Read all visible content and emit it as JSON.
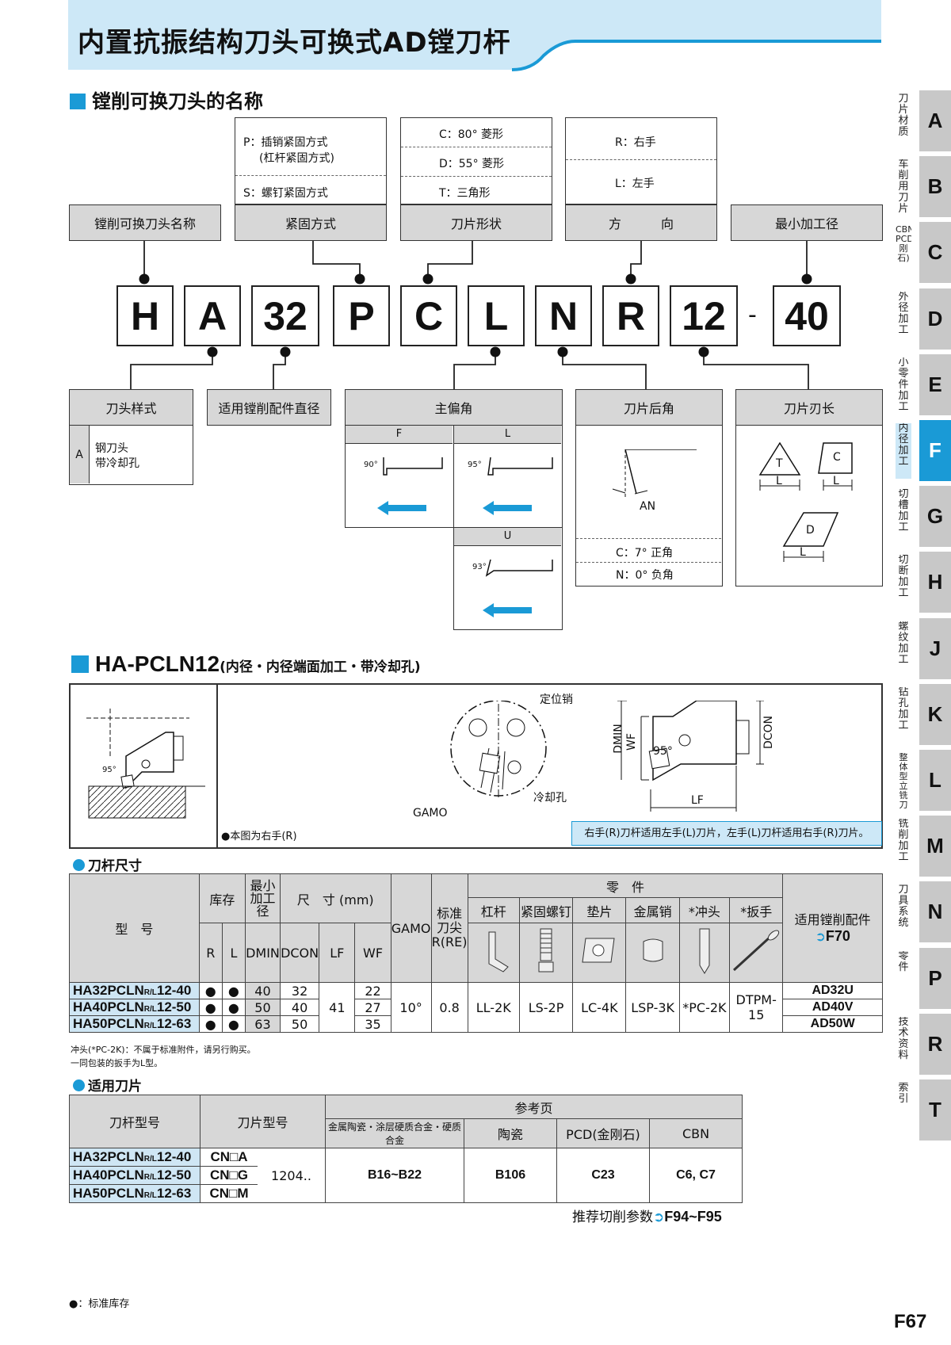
{
  "header": {
    "title": "内置抗振结构刀头可换式AD镗刀杆",
    "accent": "#1a9ad6"
  },
  "section1": {
    "title": "镗削可换刀头的名称"
  },
  "code_boxes": [
    "H",
    "A",
    "32",
    "P",
    "C",
    "L",
    "N",
    "R",
    "12",
    "-",
    "40"
  ],
  "top_labels": {
    "name": "镗削可换刀头名称",
    "clamp": "紧固方式",
    "shape": "刀片形状",
    "direction_a": "方",
    "direction_b": "向",
    "min_dia": "最小加工径"
  },
  "clamp_opts": {
    "p": "P：插销紧固方式",
    "p2": "(杠杆紧固方式)",
    "s": "S：螺钉紧固方式"
  },
  "shape_opts": {
    "c": "C：80° 菱形",
    "d": "D：55° 菱形",
    "t": "T：三角形"
  },
  "dir_opts": {
    "r": "R：右手",
    "l": "L：左手"
  },
  "bottom_labels": {
    "head_style": "刀头样式",
    "dia": "适用镗削配件直径",
    "main_angle": "主偏角",
    "rake": "刀片后角",
    "edge_len": "刀片刃长"
  },
  "head_style": {
    "code": "A",
    "line1": "钢刀头",
    "line2": "带冷却孔"
  },
  "angles": {
    "f": "F",
    "l": "L",
    "u": "U",
    "f_deg": "90°",
    "l_deg": "95°",
    "u_deg": "93°"
  },
  "rake": {
    "an": "AN",
    "c": "C：7° 正角",
    "n": "N：0° 负角"
  },
  "edge": {
    "t": "T",
    "c": "C",
    "d": "D",
    "l": "L"
  },
  "section2": {
    "title": "HA-PCLN12",
    "subtitle": "(内径・内径端面加工・带冷却孔)"
  },
  "drawing": {
    "pin": "定位销",
    "cool": "冷却孔",
    "gamo": "GAMO",
    "dmin": "DMIN",
    "wf": "WF",
    "dcon": "DCON",
    "lf": "LF",
    "angle": "95°",
    "angle_small": "95°",
    "note_right": "●本图为右手(R)",
    "note_box": "右手(R)刀杆适用左手(L)刀片，左手(L)刀杆适用右手(R)刀片。"
  },
  "sizes": {
    "title": "刀杆尺寸",
    "h_model": "型　号",
    "h_stock": "库存",
    "h_min": "最小加工径",
    "h_dim": "尺　寸 (mm)",
    "h_gamo": "GAMO",
    "h_re": "标准刀尖R(RE)",
    "h_parts": "零　件",
    "h_fit": "适用镗削配件",
    "h_fit_ref": "F70",
    "h_r": "R",
    "h_l": "L",
    "h_dmin": "DMIN",
    "h_dcon": "DCON",
    "h_lf": "LF",
    "h_wf": "WF",
    "h_p1": "杠杆",
    "h_p2": "紧固螺钉",
    "h_p3": "垫片",
    "h_p4": "金属销",
    "h_p5": "*冲头",
    "h_p6": "*扳手",
    "rows": [
      {
        "model": "HA32PCLN",
        "sfx": "R/L",
        "model2": "12-40",
        "r": "●",
        "l": "●",
        "dmin": "40",
        "dcon": "32",
        "wf": "22",
        "fit": "AD32U"
      },
      {
        "model": "HA40PCLN",
        "sfx": "R/L",
        "model2": "12-50",
        "r": "●",
        "l": "●",
        "dmin": "50",
        "dcon": "40",
        "wf": "27",
        "fit": "AD40V"
      },
      {
        "model": "HA50PCLN",
        "sfx": "R/L",
        "model2": "12-63",
        "r": "●",
        "l": "●",
        "dmin": "63",
        "dcon": "50",
        "wf": "35",
        "fit": "AD50W"
      }
    ],
    "lf": "41",
    "gamo": "10°",
    "re": "0.8",
    "p1": "LL-2K",
    "p2": "LS-2P",
    "p3": "LC-4K",
    "p4": "LSP-3K",
    "p5": "*PC-2K",
    "p6": "DTPM-15",
    "note1": "冲头(*PC-2K)：不属于标准附件，请另行购买。",
    "note2": "一同包装的扳手为L型。"
  },
  "inserts": {
    "title": "适用刀片",
    "h_holder": "刀杆型号",
    "h_insert": "刀片型号",
    "h_ref": "参考页",
    "h_c1": "金属陶瓷・涂层硬质合金・硬质合金",
    "h_c2": "陶瓷",
    "h_c3": "PCD(金刚石)",
    "h_c4": "CBN",
    "rows": [
      {
        "model": "HA32PCLN",
        "sfx": "R/L",
        "model2": "12-40",
        "ins": "CN□A"
      },
      {
        "model": "HA40PCLN",
        "sfx": "R/L",
        "model2": "12-50",
        "ins": "CN□G"
      },
      {
        "model": "HA50PCLN",
        "sfx": "R/L",
        "model2": "12-63",
        "ins": "CN□M"
      }
    ],
    "size": "1204..",
    "v1": "B16~B22",
    "v2": "B106",
    "v3": "C23",
    "v4": "C6, C7",
    "cut_ref": "推荐切削参数",
    "cut_pages": "F94~F95"
  },
  "footer": {
    "legend": "●：标准库存",
    "page": "F67"
  },
  "side_tabs": [
    {
      "letter": "A",
      "text": "刀片材质"
    },
    {
      "letter": "B",
      "text": "车削用刀片"
    },
    {
      "letter": "C",
      "text": "CBN PCD(金刚石)"
    },
    {
      "letter": "D",
      "text": "外径加工"
    },
    {
      "letter": "E",
      "text": "小零件加工"
    },
    {
      "letter": "F",
      "text": "内径加工"
    },
    {
      "letter": "G",
      "text": "切槽加工"
    },
    {
      "letter": "H",
      "text": "切断加工"
    },
    {
      "letter": "J",
      "text": "螺纹加工"
    },
    {
      "letter": "K",
      "text": "钻孔加工"
    },
    {
      "letter": "L",
      "text": "整体型立铣刀"
    },
    {
      "letter": "M",
      "text": "铣削加工"
    },
    {
      "letter": "N",
      "text": "刀具系统"
    },
    {
      "letter": "P",
      "text": "零件"
    },
    {
      "letter": "R",
      "text": "技术资料"
    },
    {
      "letter": "T",
      "text": "索引"
    }
  ]
}
